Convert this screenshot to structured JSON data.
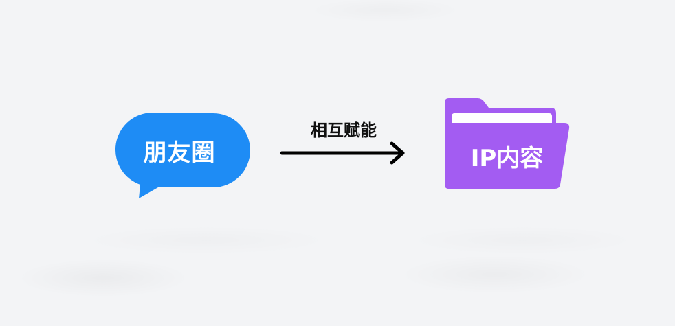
{
  "diagram": {
    "source": {
      "label": "朋友圈",
      "color": "#1e8cf5",
      "shape": "speech-bubble"
    },
    "relation": {
      "label": "相互赋能",
      "direction": "left-to-right"
    },
    "target": {
      "label": "IP内容",
      "color": "#a35cf2",
      "shape": "folder"
    }
  }
}
